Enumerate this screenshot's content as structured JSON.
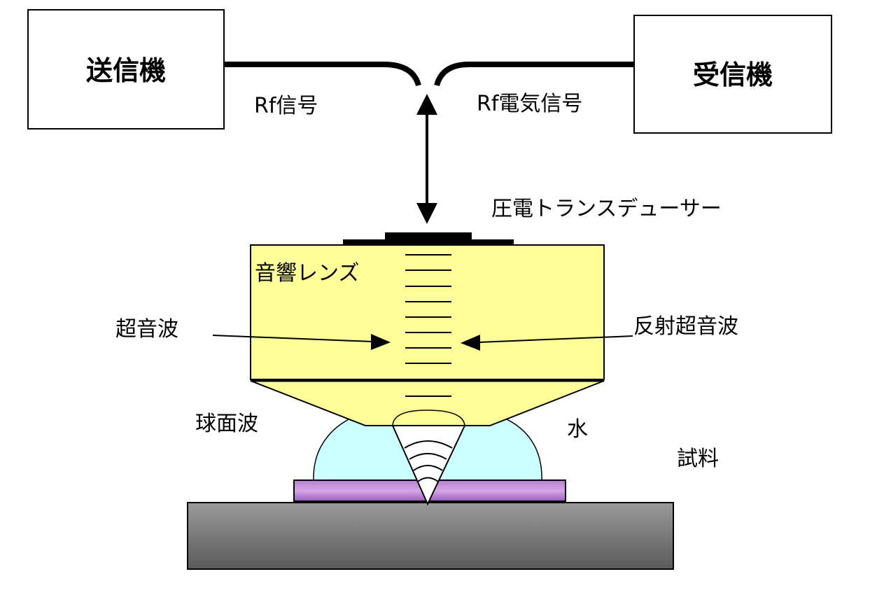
{
  "transmitter": {
    "label": "送信機"
  },
  "receiver": {
    "label": "受信機"
  },
  "labels": {
    "rf_signal": "Rf信号",
    "rf_electric_signal": "Rf電気信号",
    "piezo_transducer": "圧電トランスデューサー",
    "acoustic_lens": "音響レンズ",
    "ultrasound": "超音波",
    "reflected_ultrasound": "反射超音波",
    "spherical_wave": "球面波",
    "water": "水",
    "sample": "試料"
  },
  "colors": {
    "lens": "#ffff99",
    "water": "#ccffff",
    "sample": "#c68ed6",
    "stage_top": "#9a9a9a",
    "stage_bottom": "#5a5a5a",
    "line": "#000000"
  }
}
